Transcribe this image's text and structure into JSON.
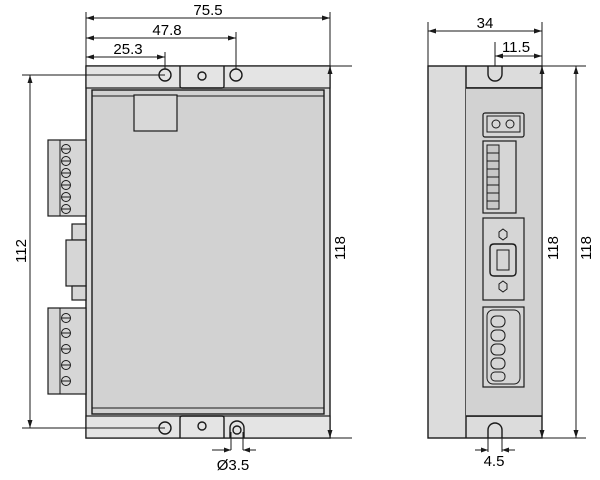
{
  "dimensions": {
    "overall_width": "75.5",
    "hole_spacing_outer": "47.8",
    "hole_spacing_inner": "25.3",
    "height_holes": "112",
    "height_front": "118",
    "depth": "34",
    "side_offset": "11.5",
    "height_side_inner": "118",
    "height_side_outer": "118",
    "hole_diameter": "Ø3.5",
    "slot_width": "4.5"
  }
}
